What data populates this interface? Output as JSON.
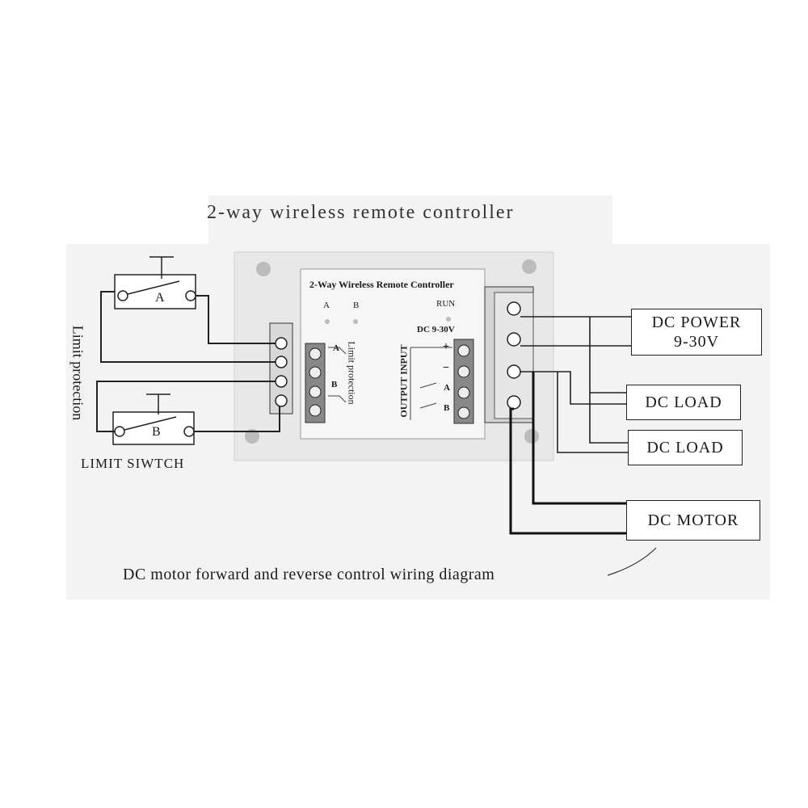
{
  "diagram": {
    "title": "2-way wireless remote controller",
    "footer": "DC motor forward and reverse control wiring diagram",
    "limit_switch_label": "LIMIT SIWTCH",
    "limit_protection_label": "Limit protection",
    "switch_a": "A",
    "switch_b": "B",
    "pcb": {
      "title": "2-Way Wireless Remote Controller",
      "led_a": "A",
      "led_b": "B",
      "run": "RUN",
      "dc_voltage": "DC 9-30V",
      "limit_protection": "Limit protection",
      "output_input": "OUTPUT INPUT",
      "terminal_a": "A",
      "terminal_b": "B",
      "plus": "+",
      "minus": "−"
    },
    "boxes": {
      "power_line1": "DC POWER",
      "power_line2": "9-30V",
      "load1": "DC LOAD",
      "load2": "DC LOAD",
      "motor": "DC MOTOR"
    }
  }
}
